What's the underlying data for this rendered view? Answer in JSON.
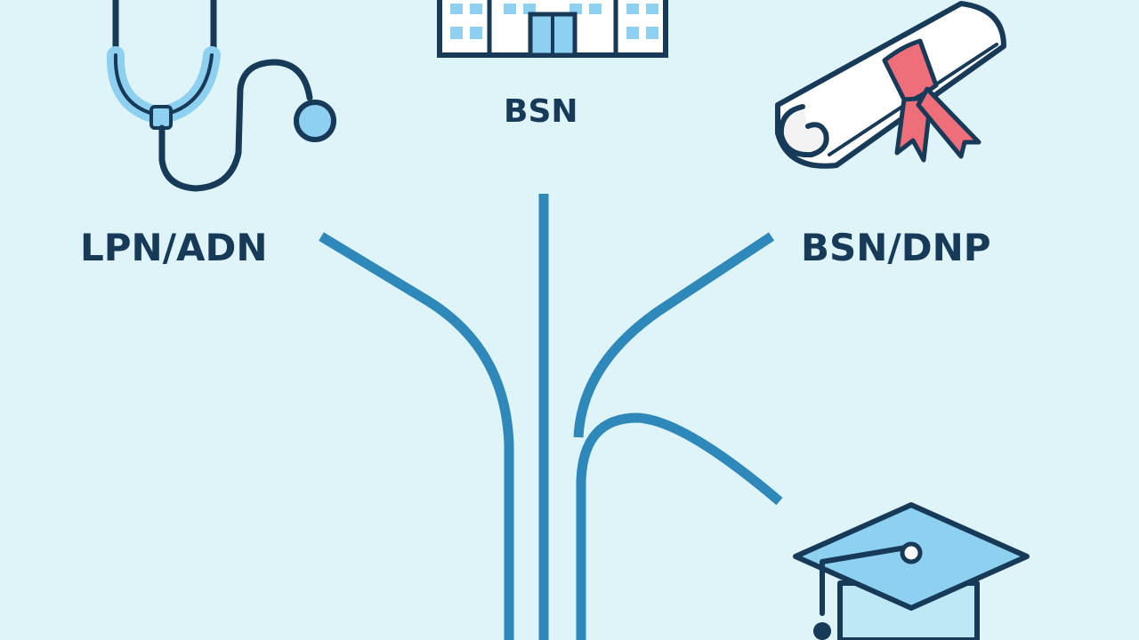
{
  "diagram": {
    "labels": {
      "lpn_adn": "LPN/ADN",
      "bsn": "BSN",
      "bsn_dnp": "BSN/DNP"
    },
    "icons": {
      "left": "stethoscope-icon",
      "center": "hospital-building-icon",
      "right": "diploma-scroll-icon",
      "bottom_right": "graduation-cap-icon"
    },
    "colors": {
      "background": "#dff4f9",
      "path_line": "#2e88b9",
      "label_text": "#163a57",
      "icon_outline": "#163a57",
      "icon_fill_light_blue": "#8ed0f0",
      "ribbon_red": "#ee6e79"
    }
  }
}
